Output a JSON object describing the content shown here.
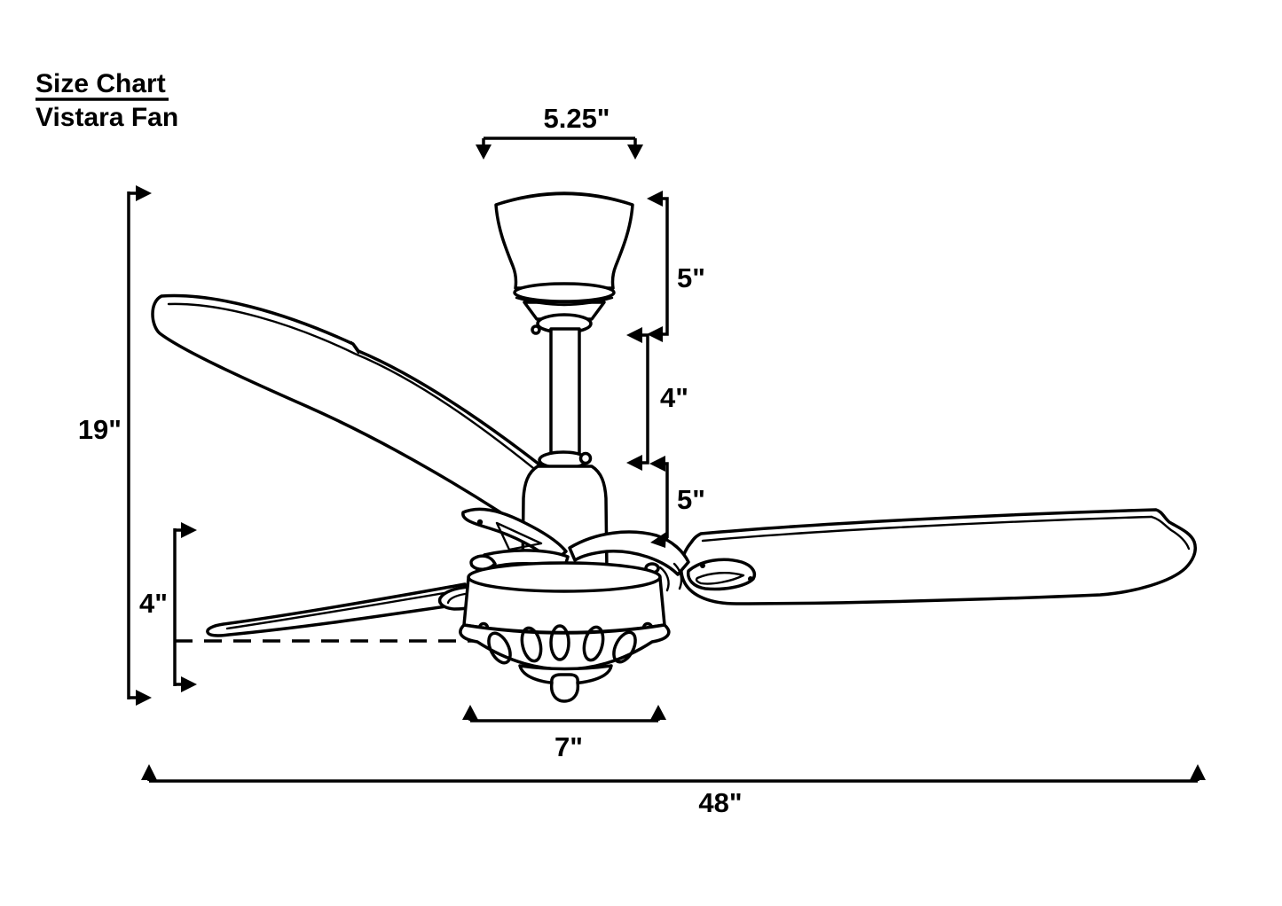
{
  "header": {
    "title": "Size Chart",
    "subtitle": "Vistara Fan"
  },
  "dimensions": {
    "canopy_width": {
      "label": "5.25\"",
      "value": 5.25,
      "position": "top"
    },
    "canopy_height": {
      "label": "5\"",
      "value": 5,
      "position": "right-upper"
    },
    "downrod_length": {
      "label": "4\"",
      "value": 4,
      "position": "right-middle"
    },
    "motor_upper_height": {
      "label": "5\"",
      "value": 5,
      "position": "right-lower"
    },
    "overall_height": {
      "label": "19\"",
      "value": 19,
      "position": "left"
    },
    "lower_clearance": {
      "label": "4\"",
      "value": 4,
      "position": "lower-left"
    },
    "motor_width": {
      "label": "7\"",
      "value": 7,
      "position": "bottom-center"
    },
    "overall_width": {
      "label": "48\"",
      "value": 48,
      "position": "bottom"
    }
  },
  "colors": {
    "line": "#000000",
    "background": "#ffffff"
  }
}
